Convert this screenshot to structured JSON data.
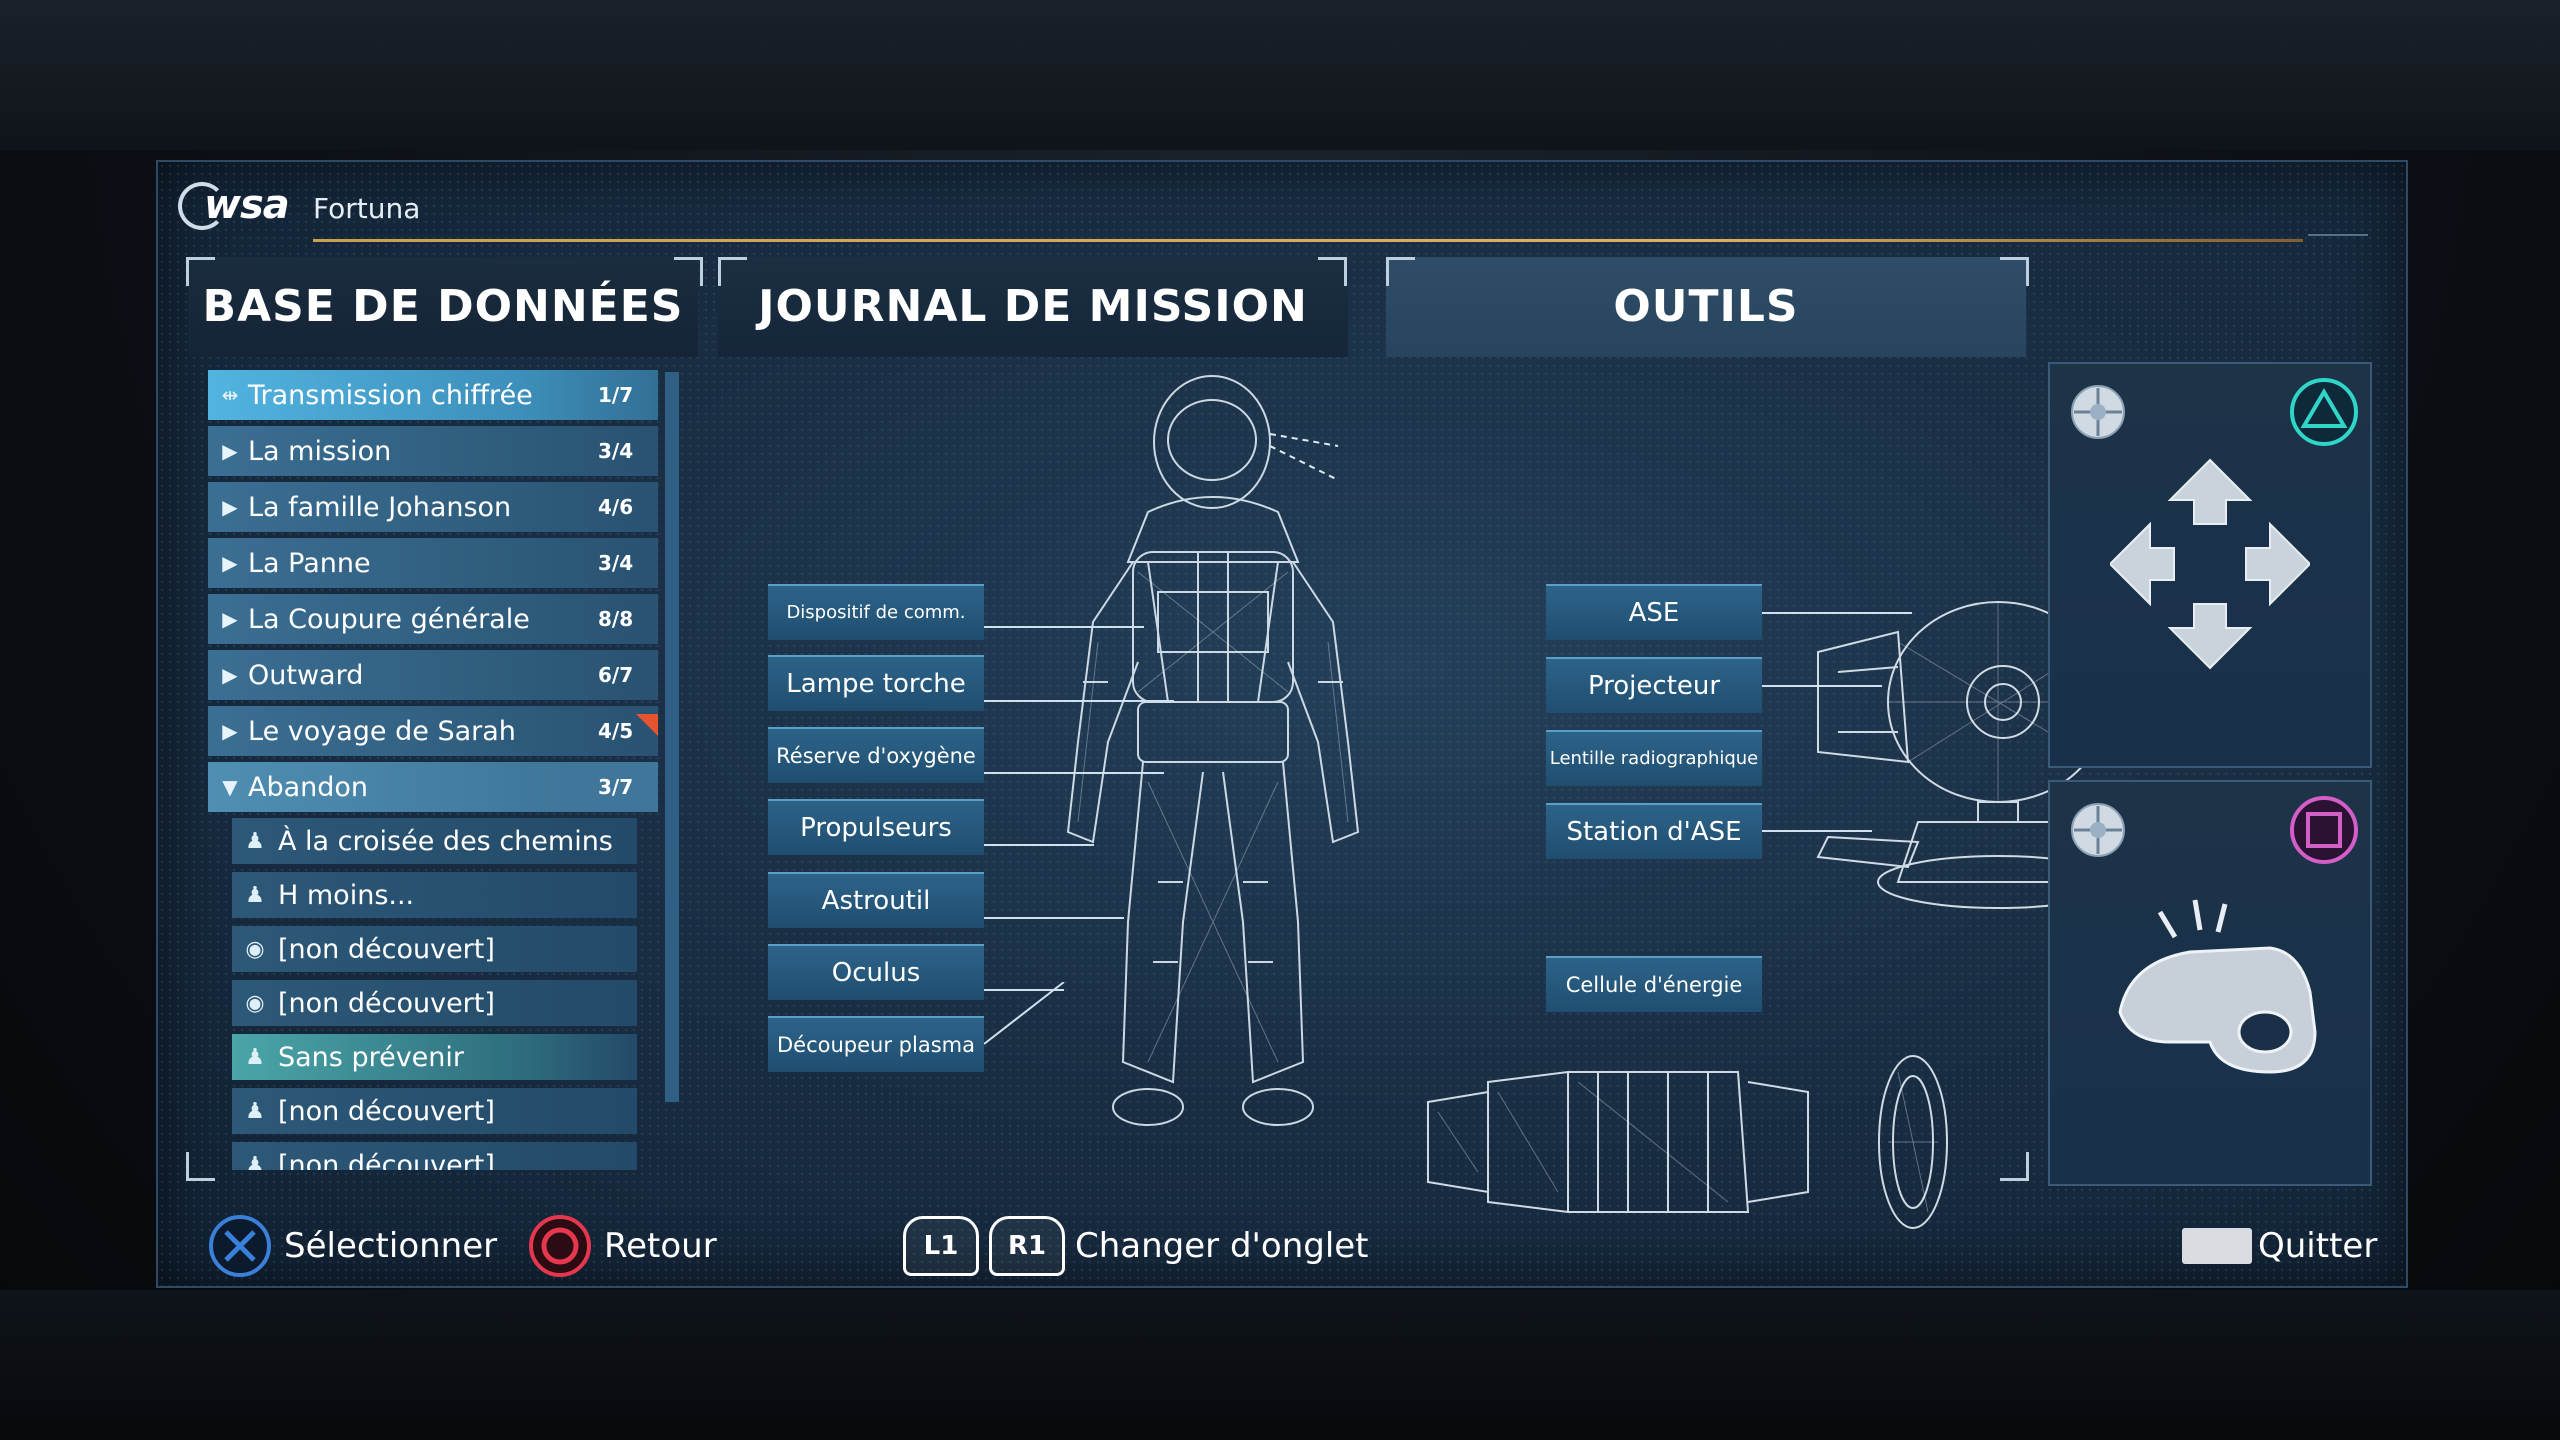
{
  "header": {
    "logo": "wsa",
    "mission_name": "Fortuna"
  },
  "tabs": [
    {
      "label": "BASE DE DONNÉES"
    },
    {
      "label": "JOURNAL DE MISSION"
    },
    {
      "label": "OUTILS"
    }
  ],
  "database": {
    "items": [
      {
        "label": "Transmission chiffrée",
        "count": "1/7",
        "icon": "signal-icon"
      },
      {
        "label": "La mission",
        "count": "3/4",
        "icon": "arrow-right-icon"
      },
      {
        "label": "La famille Johanson",
        "count": "4/6",
        "icon": "arrow-right-icon"
      },
      {
        "label": "La Panne",
        "count": "3/4",
        "icon": "arrow-right-icon"
      },
      {
        "label": "La Coupure générale",
        "count": "8/8",
        "icon": "arrow-right-icon"
      },
      {
        "label": "Outward",
        "count": "6/7",
        "icon": "arrow-right-icon"
      },
      {
        "label": "Le voyage de Sarah",
        "count": "4/5",
        "icon": "arrow-right-icon"
      },
      {
        "label": "Abandon",
        "count": "3/7",
        "icon": "arrow-down-icon"
      }
    ],
    "sub_items": [
      {
        "label": "À la croisée des chemins",
        "icon": "person-icon"
      },
      {
        "label": "H moins...",
        "icon": "person-icon"
      },
      {
        "label": "[non découvert]",
        "icon": "eye-icon"
      },
      {
        "label": "[non découvert]",
        "icon": "eye-icon"
      },
      {
        "label": "Sans prévenir",
        "icon": "person-icon"
      },
      {
        "label": "[non découvert]",
        "icon": "person-icon"
      },
      {
        "label": "[non découvert]",
        "icon": "person-icon"
      }
    ]
  },
  "suit_parts": [
    "Dispositif de comm.",
    "Lampe torche",
    "Réserve d'oxygène",
    "Propulseurs",
    "Astroutil",
    "Oculus",
    "Découpeur plasma"
  ],
  "tools": [
    "ASE",
    "Projecteur",
    "Lentille radiographique",
    "Station d'ASE",
    "Cellule d'énergie"
  ],
  "footer": {
    "select": "Sélectionner",
    "back": "Retour",
    "l1": "L1",
    "r1": "R1",
    "change_tab": "Changer d'onglet",
    "quit": "Quitter"
  },
  "colors": {
    "cross": "#3a7fd8",
    "circle": "#e5384f",
    "triangle": "#2fd6c8",
    "square": "#d45ec8",
    "accent_line": "#d8a858"
  }
}
